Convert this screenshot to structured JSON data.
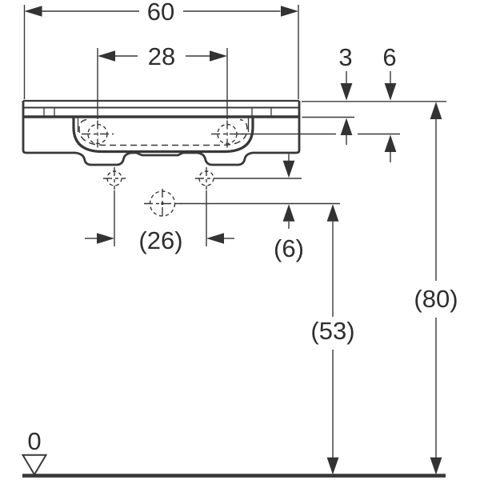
{
  "drawing": {
    "kind": "washbasin-front-elevation-dimension-drawing",
    "colors": {
      "line": "#383838",
      "background": "#ffffff",
      "text": "#2e2e2e"
    },
    "symbols": {
      "datum": "triangle-down-outline",
      "hole_markers": "dashed-circle-crosshair"
    },
    "dimensions": {
      "basin_width": "60",
      "tap_hole_spacing": "28",
      "rim_thickness": "3",
      "tap_hole_from_top": "6",
      "fixing_hole_spacing": "(26)",
      "fixing_to_outlet": "(6)",
      "outlet_height": "(53)",
      "rim_height": "(80)",
      "floor_level": "0"
    }
  }
}
